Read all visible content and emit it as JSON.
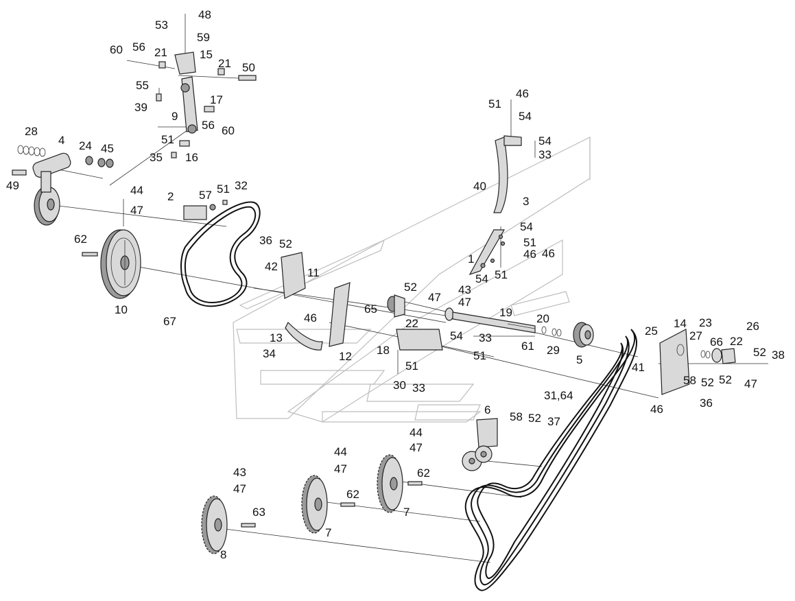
{
  "labels": {
    "l48": "48",
    "l53": "53",
    "l59": "59",
    "l60a": "60",
    "l56a": "56",
    "l21a": "21",
    "l15": "15",
    "l21b": "21",
    "l50": "50",
    "l55": "55",
    "l39": "39",
    "l17": "17",
    "l9": "9",
    "l56b": "56",
    "l60b": "60",
    "l51a": "51",
    "l35": "35",
    "l16": "16",
    "l28": "28",
    "l4": "4",
    "l24": "24",
    "l45": "45",
    "l49": "49",
    "l44a": "44",
    "l47a": "47",
    "l2": "2",
    "l57": "57",
    "l51b": "51",
    "l32": "32",
    "l62a": "62",
    "l10": "10",
    "l67": "67",
    "l36a": "36",
    "l52a": "52",
    "l42": "42",
    "l11": "11",
    "l46a": "46",
    "l13": "13",
    "l34": "34",
    "l12": "12",
    "l65": "65",
    "l52b": "52",
    "l47b": "47",
    "l43a": "43",
    "l47c": "47",
    "l1": "1",
    "l46b": "46",
    "l51c": "51",
    "l54a": "54",
    "l46c": "46",
    "l54b": "54",
    "l51d": "51",
    "l54c": "54",
    "l33a": "33",
    "l40": "40",
    "l3": "3",
    "l54d": "54",
    "l51e": "51",
    "l46d": "46",
    "l19": "19",
    "l22a": "22",
    "l18": "18",
    "l54e": "54",
    "l33b": "33",
    "l61": "61",
    "l51f": "51",
    "l51g": "51",
    "l30": "30",
    "l33c": "33",
    "l20": "20",
    "l29": "29",
    "l5": "5",
    "l25": "25",
    "l14": "14",
    "l23": "23",
    "l27": "27",
    "l66": "66",
    "l22b": "22",
    "l26": "26",
    "l52c": "52",
    "l38": "38",
    "l41": "41",
    "l58a": "58",
    "l52d": "52",
    "l52e": "52",
    "l47d": "47",
    "l36b": "36",
    "l46e": "46",
    "l3164": "31,64",
    "l6": "6",
    "l58b": "58",
    "l52f": "52",
    "l37": "37",
    "l44b": "44",
    "l47e": "47",
    "l44c": "44",
    "l47f": "47",
    "l62b": "62",
    "l43b": "43",
    "l47g": "47",
    "l62c": "62",
    "l7a": "7",
    "l63": "63",
    "l7b": "7",
    "l8": "8"
  }
}
